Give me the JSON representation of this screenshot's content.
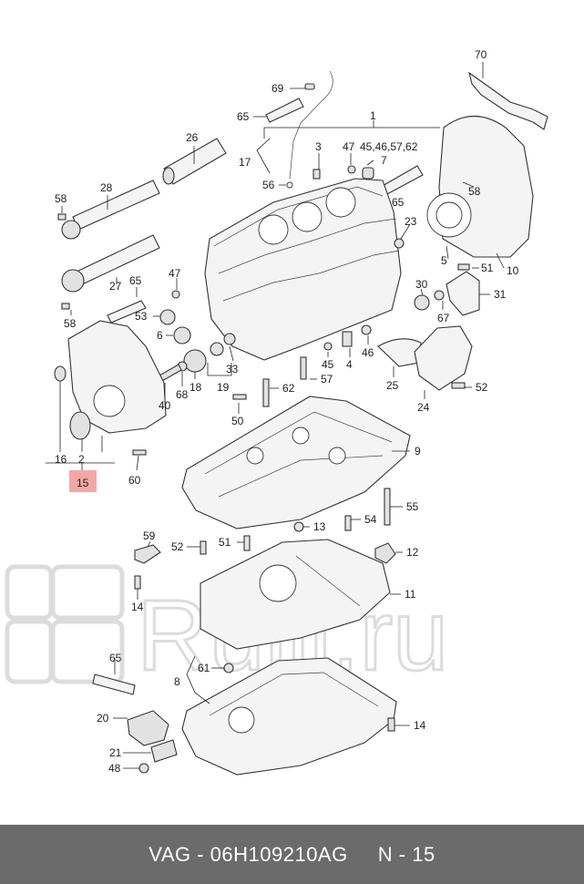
{
  "diagram": {
    "labels": [
      "70",
      "69",
      "65",
      "1",
      "26",
      "3",
      "47",
      "45,46,57,62",
      "7",
      "17",
      "56",
      "58",
      "28",
      "65",
      "23",
      "58",
      "47",
      "65",
      "53",
      "27",
      "58",
      "5",
      "10",
      "51",
      "30",
      "31",
      "6",
      "67",
      "33",
      "18",
      "19",
      "40",
      "68",
      "45",
      "4",
      "46",
      "57",
      "25",
      "24",
      "52",
      "16",
      "2",
      "15",
      "60",
      "50",
      "62",
      "9",
      "55",
      "13",
      "54",
      "59",
      "52",
      "51",
      "12",
      "11",
      "14",
      "65",
      "61",
      "8",
      "20",
      "14",
      "21",
      "48"
    ]
  },
  "watermark": {
    "text": "Rulli.ru",
    "icons": [
      "engine-oil-icon",
      "car-door-icon",
      "oil-bottle-icon",
      "shock-absorber-icon"
    ]
  },
  "footer": {
    "part_number": "VAG - 06H109210AG",
    "page": "N - 15"
  },
  "colors": {
    "highlight": "#f4a6a6",
    "footer_bg": "#6b6b6b"
  }
}
